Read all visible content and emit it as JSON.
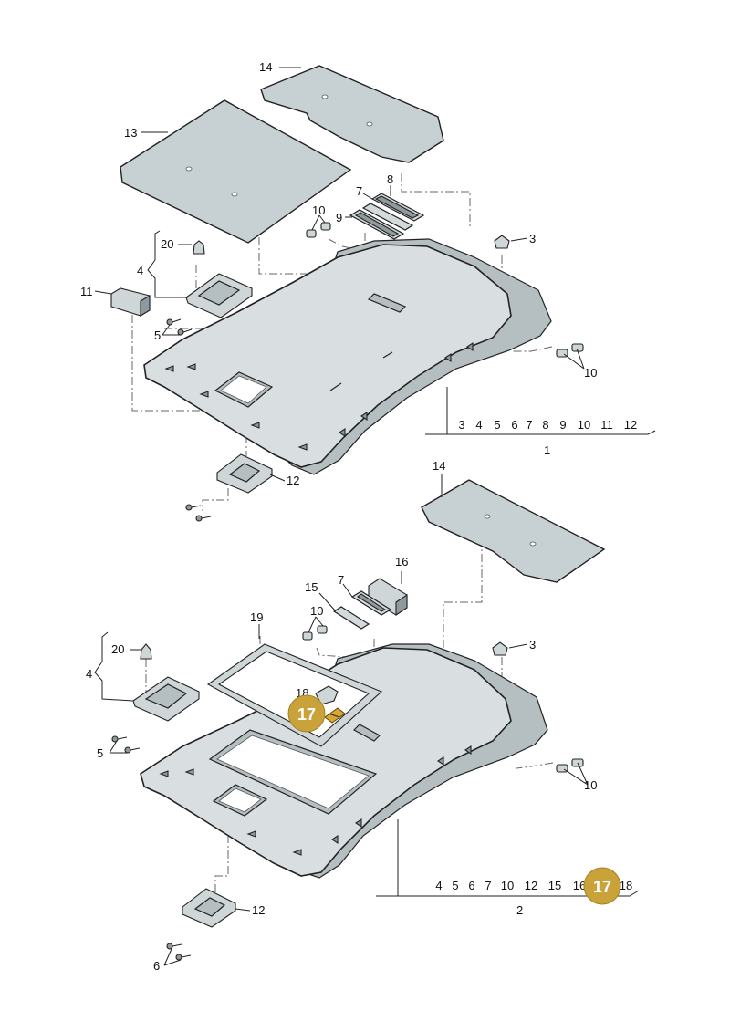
{
  "upper": {
    "c14": "14",
    "c13": "13",
    "c8": "8",
    "c7": "7",
    "c9": "9",
    "c10a": "10",
    "c20": "20",
    "c4": "4",
    "c3": "3",
    "c11": "11",
    "c5": "5",
    "c10b": "10",
    "c12": "12",
    "sub_items": [
      "3",
      "4",
      "5",
      "6",
      "7",
      "8",
      "9",
      "10",
      "11",
      "12"
    ],
    "assembly": "1"
  },
  "lower": {
    "c14": "14",
    "c16": "16",
    "c15": "15",
    "c7": "7",
    "c19": "19",
    "c10a": "10",
    "c20": "20",
    "c3": "3",
    "c4": "4",
    "c18": "18",
    "c5": "5",
    "c10b": "10",
    "c12": "12",
    "c6": "6",
    "sub_items": [
      "4",
      "5",
      "6",
      "7",
      "10",
      "12",
      "15",
      "16",
      "17",
      "18"
    ],
    "assembly": "2"
  },
  "highlight": {
    "label": "17",
    "color": "#c9a23a"
  }
}
